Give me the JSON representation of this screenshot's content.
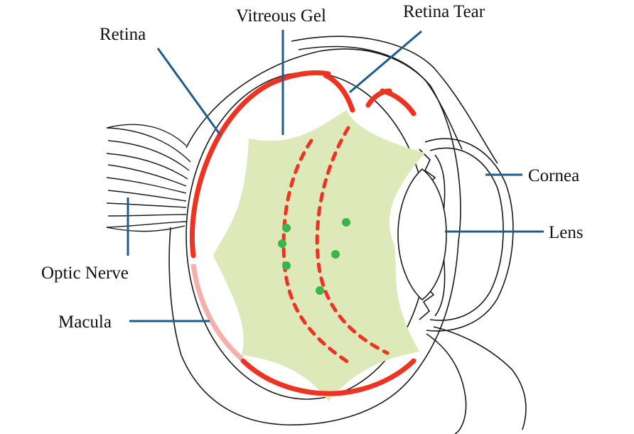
{
  "labels": {
    "retina": "Retina",
    "vitreous_gel": "Vitreous Gel",
    "retina_tear": "Retina Tear",
    "cornea": "Cornea",
    "lens": "Lens",
    "optic_nerve": "Optic Nerve",
    "macula": "Macula"
  },
  "colors": {
    "retina": "#ee3322",
    "macula": "#f6b0ac",
    "vitreous_gel": "#dde9b8",
    "floaters": "#3bb54a",
    "leader_lines": "#1f5d8c",
    "outline": "#1a1a1a"
  }
}
